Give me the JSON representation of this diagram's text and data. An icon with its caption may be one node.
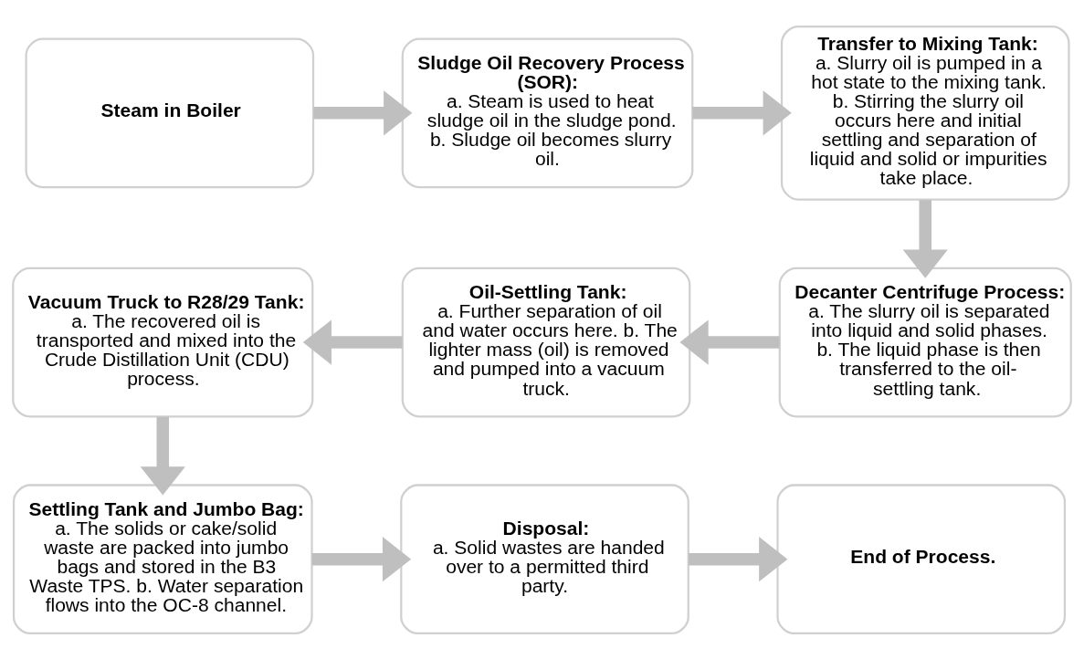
{
  "diagram": {
    "nodes": [
      {
        "text": [
          "Steam in Boiler"
        ]
      },
      {
        "text": [
          "Sludge Oil Recovery Process (SOR):",
          "a. Steam is used to heat sludge oil in the sludge pond. b. Sludge oil becomes slurry oil."
        ]
      },
      {
        "text": [
          "Transfer to Mixing Tank:",
          "a. Slurry oil is pumped in a hot state to the mixing tank. b. Stirring the slurry oil occurs here and initial settling and separation of liquid and solid or impurities take place."
        ]
      },
      {
        "text": [
          "Decanter Centrifuge Process:",
          "a. The slurry oil is separated into liquid and solid phases. b. The liquid phase is then transferred to the oil-settling tank."
        ]
      },
      {
        "text": [
          "Oil-Settling Tank:",
          "a. Further separation of oil and water occurs here. b. The lighter mass (oil) is removed and pumped into a vacuum truck."
        ]
      },
      {
        "text": [
          "Vacuum Truck to R28/29 Tank:",
          "a. The recovered oil is transported and mixed into the Crude Distillation Unit (CDU) process."
        ]
      },
      {
        "text": [
          "Settling Tank and Jumbo Bag:",
          "a. The solids or cake/solid waste are packed into jumbo bags and stored in the B3 Waste TPS. b. Water separation flows into the OC-8 channel."
        ]
      },
      {
        "text": [
          "Disposal:",
          "a. Solid wastes are handed over to a permitted third party."
        ]
      },
      {
        "text": [
          "End of Process."
        ]
      }
    ],
    "edges": [
      {
        "from": 0,
        "to": 1,
        "arrow": "to"
      },
      {
        "from": 1,
        "to": 2,
        "arrow": "to"
      },
      {
        "from": 2,
        "to": 3,
        "arrow": "to"
      },
      {
        "from": 3,
        "to": 4,
        "arrow": "to"
      },
      {
        "from": 4,
        "to": 5,
        "arrow": "to"
      },
      {
        "from": 5,
        "to": 6,
        "arrow": "to"
      },
      {
        "from": 6,
        "to": 7,
        "arrow": "to"
      },
      {
        "from": 7,
        "to": 8,
        "arrow": "to"
      }
    ]
  }
}
